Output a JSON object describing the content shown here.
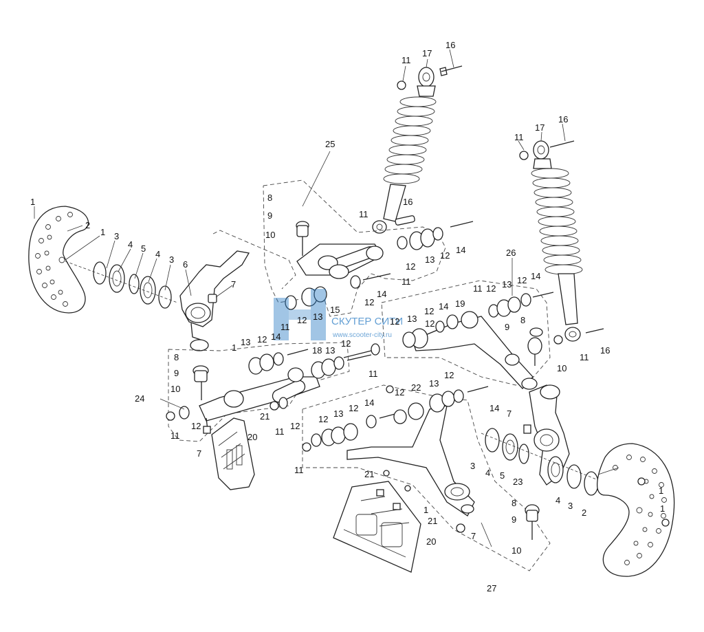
{
  "watermark": {
    "brand": "СКУТЕР СИТИ",
    "url": "www.scooter-city.ru",
    "color": "#2f7fc6"
  },
  "part_callouts": [
    "1",
    "2",
    "3",
    "4",
    "5",
    "6",
    "7",
    "8",
    "9",
    "10",
    "11",
    "12",
    "13",
    "14",
    "15",
    "16",
    "17",
    "18",
    "19",
    "20",
    "21",
    "22",
    "23",
    "24",
    "25",
    "26",
    "27"
  ],
  "labels": {
    "l1a": "1",
    "l2a": "2",
    "l1b": "1",
    "l3a": "3",
    "l4a": "4",
    "l5a": "5",
    "l4b": "4",
    "l3b": "3",
    "l6a": "6",
    "l7a": "7",
    "l25": "25",
    "l8a": "8",
    "l9a": "9",
    "l10a": "10",
    "l11a": "11",
    "l16a": "16",
    "l17a": "17",
    "l11b": "11",
    "l12a": "12",
    "l13a": "13",
    "l12b": "12",
    "l14a": "14",
    "l11c": "11",
    "l12c": "12",
    "l14b": "14",
    "l15a": "15",
    "l11d": "11",
    "l12d": "12",
    "l13b": "13",
    "l16b": "16",
    "l17b": "17",
    "l11e": "11",
    "l26": "26",
    "l11f": "11",
    "l12e": "12",
    "l13c": "13",
    "l12f": "12",
    "l14c": "14",
    "l19a": "19",
    "l14d": "14",
    "l12g": "12",
    "l12h": "12",
    "l13d": "13",
    "l12i": "12",
    "l9b": "9",
    "l8b": "8",
    "l10b": "10",
    "l11g": "11",
    "l16c": "16",
    "l13e": "13",
    "l12j": "12",
    "l14e": "14",
    "l18a": "18",
    "l13f": "13",
    "l12k": "12",
    "l8c": "8",
    "l9c": "9",
    "l10c": "10",
    "l1c": "1",
    "l24": "24",
    "l11h": "11",
    "l12l": "12",
    "l7b": "7",
    "l21a": "21",
    "l20a": "20",
    "l11i": "11",
    "l12m": "12",
    "l11j": "11",
    "l12n": "12",
    "l22": "22",
    "l13g": "13",
    "l12o": "12",
    "l14f": "14",
    "l12p": "12",
    "l13h": "13",
    "l12q": "12",
    "l14g": "14",
    "l11k": "11",
    "l7c": "7",
    "l3c": "3",
    "l4c": "4",
    "l5b": "5",
    "l23": "23",
    "l4d": "4",
    "l3d": "3",
    "l2b": "2",
    "l1d": "1",
    "l1e": "1",
    "l21b": "21",
    "l1f": "1",
    "l21c": "21",
    "l20b": "20",
    "l8d": "8",
    "l9d": "9",
    "l10d": "10",
    "l7d": "7",
    "l27": "27"
  }
}
